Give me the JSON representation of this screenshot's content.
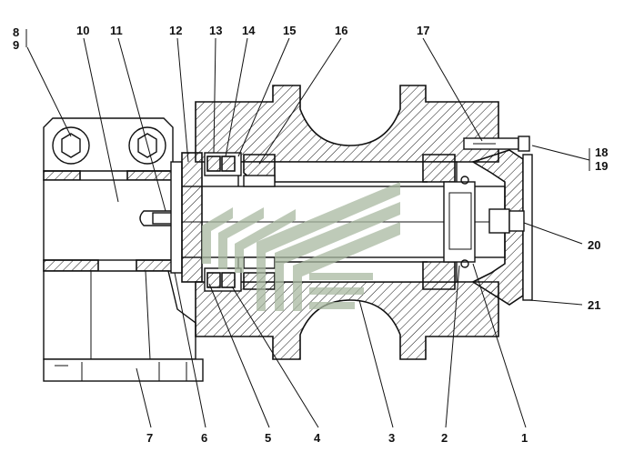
{
  "diagram": {
    "callouts": [
      {
        "id": "c1",
        "text": "1"
      },
      {
        "id": "c2",
        "text": "2"
      },
      {
        "id": "c3",
        "text": "3"
      },
      {
        "id": "c4",
        "text": "4"
      },
      {
        "id": "c5",
        "text": "5"
      },
      {
        "id": "c6",
        "text": "6"
      },
      {
        "id": "c7",
        "text": "7"
      },
      {
        "id": "c8",
        "text": "8"
      },
      {
        "id": "c9",
        "text": "9"
      },
      {
        "id": "c10",
        "text": "10"
      },
      {
        "id": "c11",
        "text": "11"
      },
      {
        "id": "c12",
        "text": "12"
      },
      {
        "id": "c13",
        "text": "13"
      },
      {
        "id": "c14",
        "text": "14"
      },
      {
        "id": "c15",
        "text": "15"
      },
      {
        "id": "c16",
        "text": "16"
      },
      {
        "id": "c17",
        "text": "17"
      },
      {
        "id": "c18",
        "text": "18"
      },
      {
        "id": "c19",
        "text": "19"
      },
      {
        "id": "c20",
        "text": "20"
      },
      {
        "id": "c21",
        "text": "21"
      }
    ],
    "colors": {
      "line": "#111111",
      "background": "#ffffff",
      "watermark": "#a8b8a0"
    }
  }
}
